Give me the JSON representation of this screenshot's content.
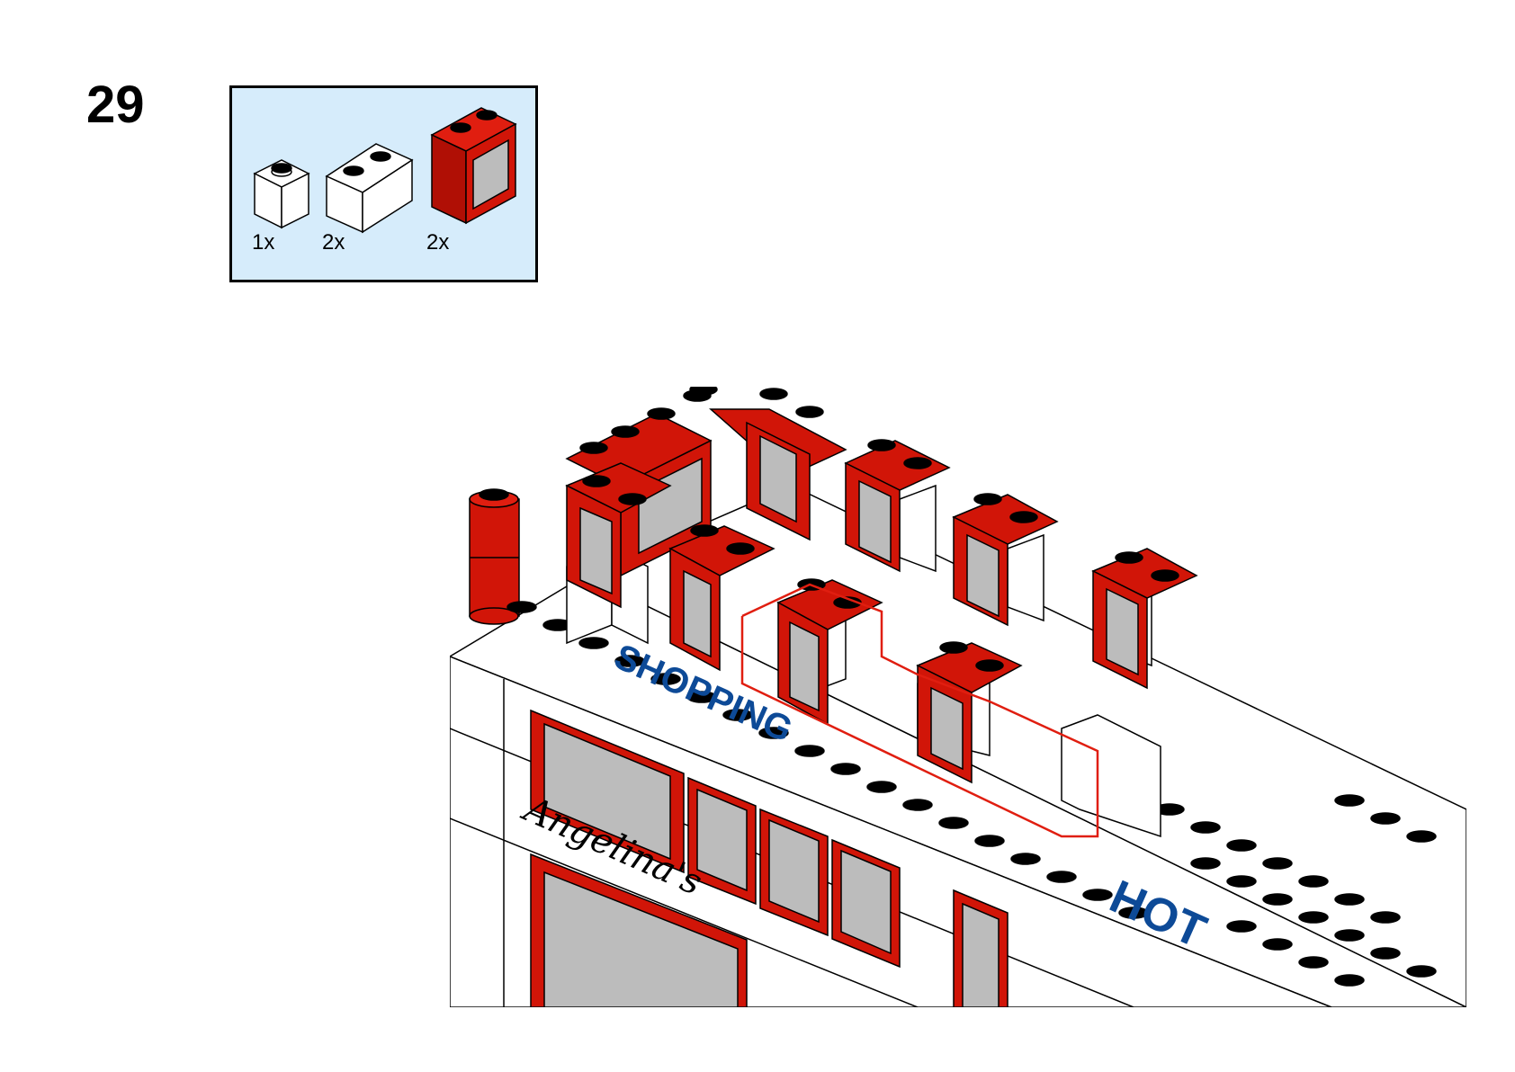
{
  "step": {
    "number": "29"
  },
  "parts": [
    {
      "name": "brick-1x1-white",
      "qty": "1x"
    },
    {
      "name": "brick-1x2-white",
      "qty": "2x"
    },
    {
      "name": "window-1x2x2-red",
      "qty": "2x"
    }
  ],
  "signs": {
    "shopping": "SHOPPING",
    "angelinas": "Angelina's",
    "hotel_partial": "HOT"
  },
  "colors": {
    "panel_bg": "#d6ecfb",
    "brick_red": "#d11508",
    "brick_white": "#ffffff",
    "glass": "#bcbcbc",
    "sign_blue": "#0d4a97",
    "outline": "#000000"
  }
}
